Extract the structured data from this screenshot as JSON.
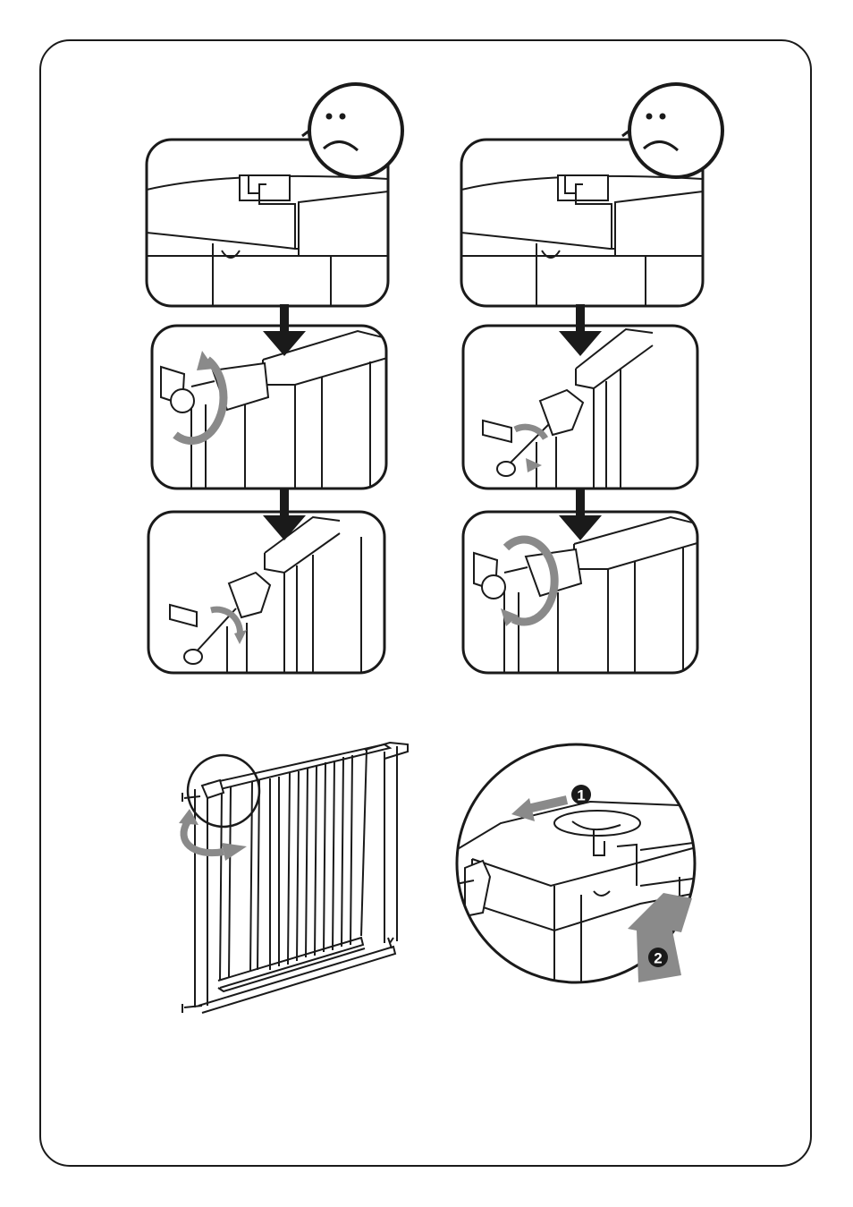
{
  "page": {
    "colors": {
      "line": "#1a1a1a",
      "arrow_gray": "#8a8a8a",
      "arrow_light": "#a6a6a6",
      "background": "#ffffff"
    }
  },
  "left_sequence": {
    "face": "sad-face-icon",
    "panels": [
      "misaligned-top-view",
      "knob-turn-loosen",
      "latch-lifted"
    ],
    "arrows": [
      "down-arrow-icon",
      "down-arrow-icon"
    ]
  },
  "right_sequence": {
    "face": "sad-face-icon",
    "panels": [
      "misaligned-top-view",
      "latch-lifted",
      "knob-turn-tighten"
    ],
    "arrows": [
      "down-arrow-icon",
      "down-arrow-icon"
    ]
  },
  "bottom": {
    "gate_figure": "gate-overview",
    "detail_figure": "latch-detail-circle",
    "steps": [
      {
        "number": "1",
        "direction": "slide-left"
      },
      {
        "number": "2",
        "direction": "push-up"
      }
    ]
  }
}
